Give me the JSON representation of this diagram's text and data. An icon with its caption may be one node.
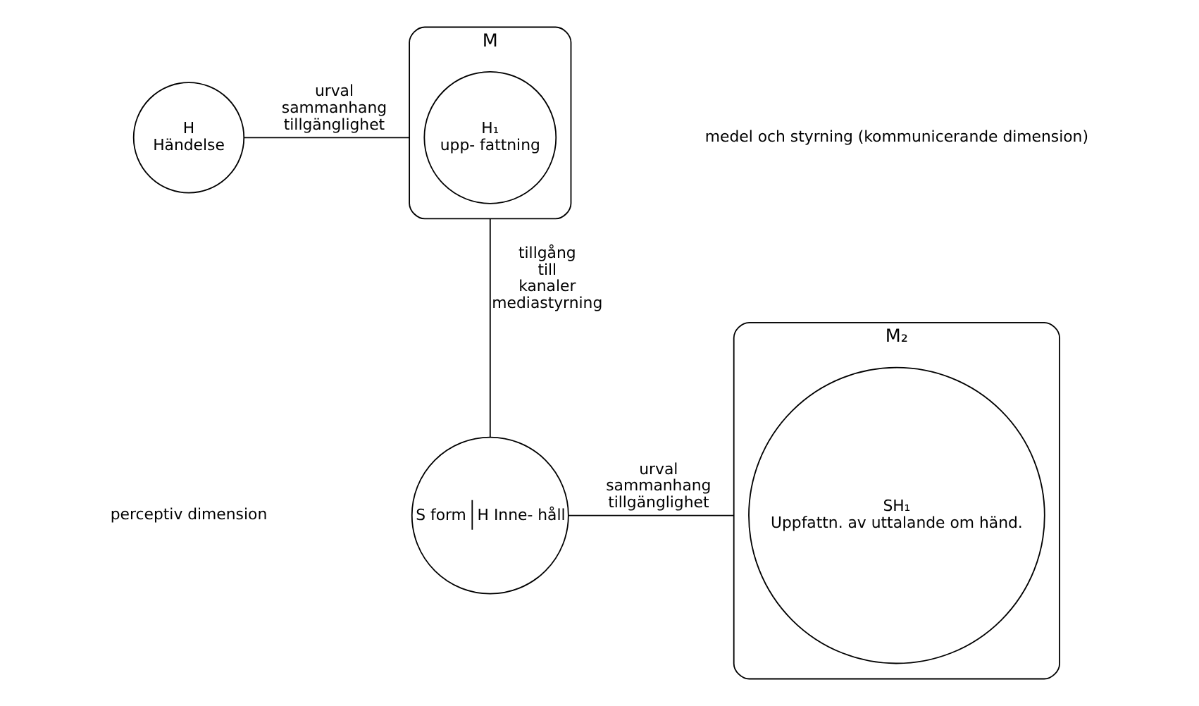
{
  "diagram": {
    "nodes": [
      {
        "text": [
          "H",
          "Händelse"
        ]
      },
      {
        "text": [
          "M"
        ]
      },
      {
        "text": [
          "H₁",
          "upp- fattning"
        ],
        "in": 1
      },
      {
        "text": [
          "S form",
          "H Inne- håll"
        ]
      },
      {
        "text": [
          "M₂"
        ]
      },
      {
        "text": [
          "SH₁",
          "Uppfattn. av uttalande om händ."
        ],
        "in": 4
      }
    ],
    "edges": [
      {
        "from": 0,
        "to": 1,
        "arrow": "none",
        "label": "urval sammanhang tillgänglighet"
      },
      {
        "from": 1,
        "to": 3,
        "arrow": "none",
        "label": "tillgång till kanaler mediastyrning"
      },
      {
        "from": 3,
        "to": 4,
        "arrow": "none",
        "label": "urval sammanhang tillgänglighet"
      }
    ],
    "labels": [
      "perceptiv dimension",
      "medel och styrning (kommunicerande dimension)"
    ]
  }
}
